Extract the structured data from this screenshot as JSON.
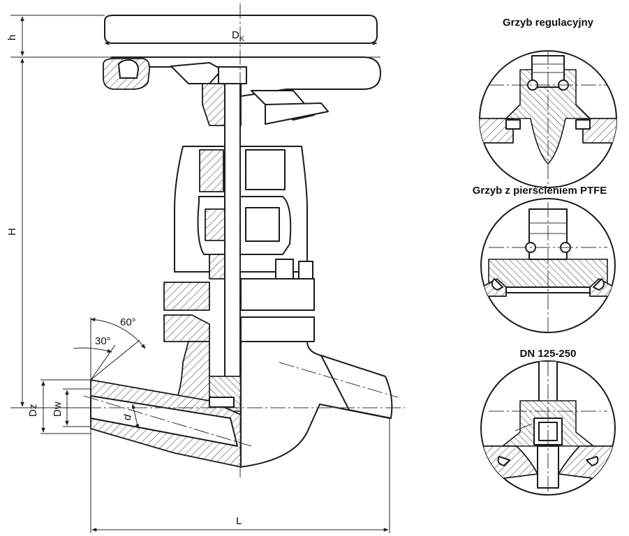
{
  "dimensions": {
    "h": "h",
    "dk_main": "D",
    "dk_sub": "K",
    "H": "H",
    "L": "L",
    "Dz": "Dz",
    "Dw": "Dw",
    "d": "d",
    "angle_60": "60°",
    "angle_30": "30°"
  },
  "details": [
    {
      "title": "Grzyb regulacyjny"
    },
    {
      "title": "Grzyb z pierścieniem PTFE"
    },
    {
      "title": "DN 125-250"
    }
  ]
}
